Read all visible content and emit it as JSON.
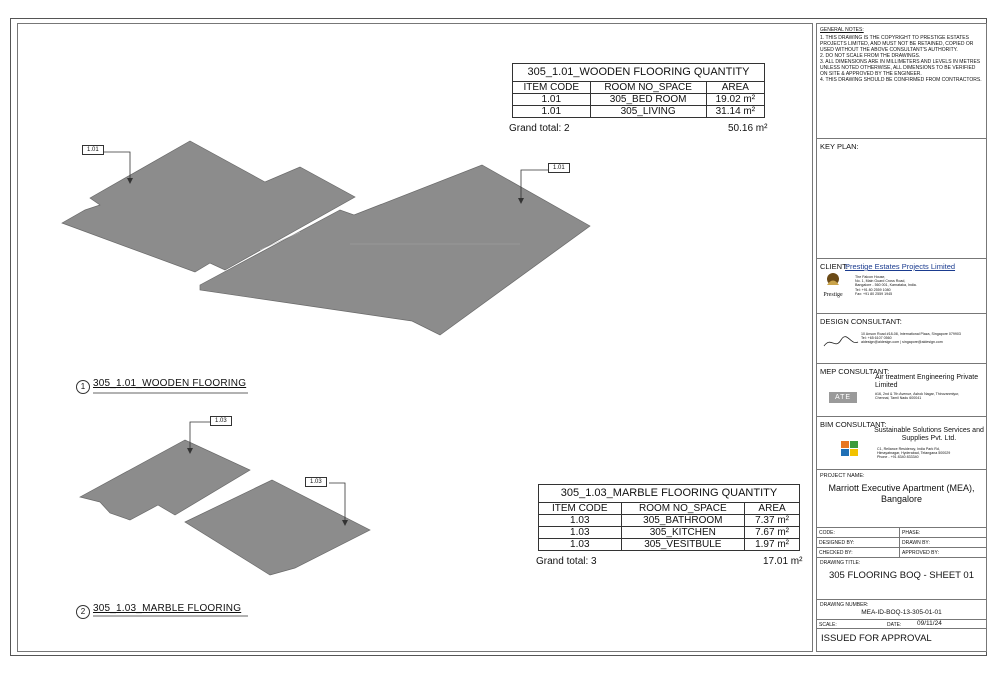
{
  "drawing": {
    "view1": {
      "number": "1",
      "caption": "305_1.01_WOODEN FLOORING",
      "tags": [
        "1.01",
        "1.01"
      ]
    },
    "view2": {
      "number": "2",
      "caption": "305_1.03_MARBLE FLOORING",
      "tags": [
        "1.03",
        "1.03"
      ]
    }
  },
  "wooden_table": {
    "title": "305_1.01_WOODEN FLOORING QUANTITY",
    "headers": [
      "ITEM CODE",
      "ROOM NO_SPACE",
      "AREA"
    ],
    "rows": [
      [
        "1.01",
        "305_BED ROOM",
        "19.02 m²"
      ],
      [
        "1.01",
        "305_LIVING",
        "31.14 m²"
      ]
    ],
    "grand_total_label": "Grand total: 2",
    "grand_total_value": "50.16 m²"
  },
  "marble_table": {
    "title": "305_1.03_MARBLE FLOORING QUANTITY",
    "headers": [
      "ITEM CODE",
      "ROOM NO_SPACE",
      "AREA"
    ],
    "rows": [
      [
        "1.03",
        "305_BATHROOM",
        "7.37 m²"
      ],
      [
        "1.03",
        "305_KITCHEN",
        "7.67 m²"
      ],
      [
        "1.03",
        "305_VESITBULE",
        "1.97 m²"
      ]
    ],
    "grand_total_label": "Grand total: 3",
    "grand_total_value": "17.01 m²"
  },
  "title_block": {
    "general_notes_heading": "GENERAL NOTES:",
    "notes": [
      "1. THIS DRAWING IS THE COPYRIGHT TO PRESTIGE ESTATES PROJECTS LIMITED, AND MUST NOT BE RETAINED, COPIED OR USED WITHOUT THE ABOVE CONSULTANT'S AUTHORITY.",
      "2. DO NOT SCALE FROM THE DRAWINGS.",
      "3. ALL DIMENSIONS ARE IN MILLIMETERS AND LEVELS IN METRES UNLESS NOTED OTHERWISE, ALL DIMENSIONS TO BE VERIFIED ON SITE & APPROVED BY THE ENGINEER.",
      "4. THIS DRAWING SHOULD BE CONFIRMED FROM CONTRACTORS."
    ],
    "key_plan_label": "KEY PLAN:",
    "client_label": "CLIENT:",
    "client_name": "Prestige Estates Projects Limited",
    "client_logo_text": "Prestige",
    "client_address": [
      "The Falcon House,",
      "No. 1, Main Guard Cross Road,",
      "Bangalore - 560 001, Karnataka, India.",
      "Tel: +91 80 2559 1080",
      "Fax: +91 80 2559 1945"
    ],
    "design_consultant_label": "DESIGN CONSULTANT:",
    "design_consultant_address": [
      "10 Anson Road #18-08, International Plaza, Singapore 079903",
      "Tel: +65 6107 0560",
      "aidesign@aidesign.com | singapore@aidesign.com"
    ],
    "mep_consultant_label": "MEP CONSULTANT:",
    "mep_consultant_name": "Air treatment Engineering Private Limited",
    "mep_logo_text": "ATE",
    "mep_address": [
      "#16, 2nd & 7th Avenue, Ashok Nagar, Thiruvanmiyur,",
      "Chennai, Tamil Nadu 600041"
    ],
    "bim_consultant_label": "BIM CONSULTANT:",
    "bim_consultant_name": "Sustainable Solutions Services and Supplies Pvt. Ltd.",
    "bim_address": [
      "C1, Reliance Residency, India Park Rd,",
      "Himayatnagar, Hyderabad, Telangana 500029",
      "Phone - +91 8340 833340"
    ],
    "project_name_label": "PROJECT NAME:",
    "project_name": "Marriott Executive Apartment (MEA), Bangalore",
    "code_label": "CODE:",
    "phase_label": "PHASE:",
    "designed_by_label": "DESIGNED BY:",
    "drawn_by_label": "DRAWN BY:",
    "checked_by_label": "CHECKED BY:",
    "approved_by_label": "APPROVED BY:",
    "drawing_title_label": "DRAWING TITLE:",
    "drawing_title": "305 FLOORING BOQ - SHEET 01",
    "drawing_number_label": "DRAWING NUMBER:",
    "drawing_number": "MEA-ID-BOQ-13-305-01-01",
    "scale_label": "SCALE:",
    "date_label": "DATE:",
    "date_value": "09/11/24",
    "status": "ISSUED FOR APPROVAL"
  },
  "colors": {
    "floor_fill": "#8c8c8c",
    "floor_stroke": "#6a6a6a",
    "frame": "#555555"
  }
}
